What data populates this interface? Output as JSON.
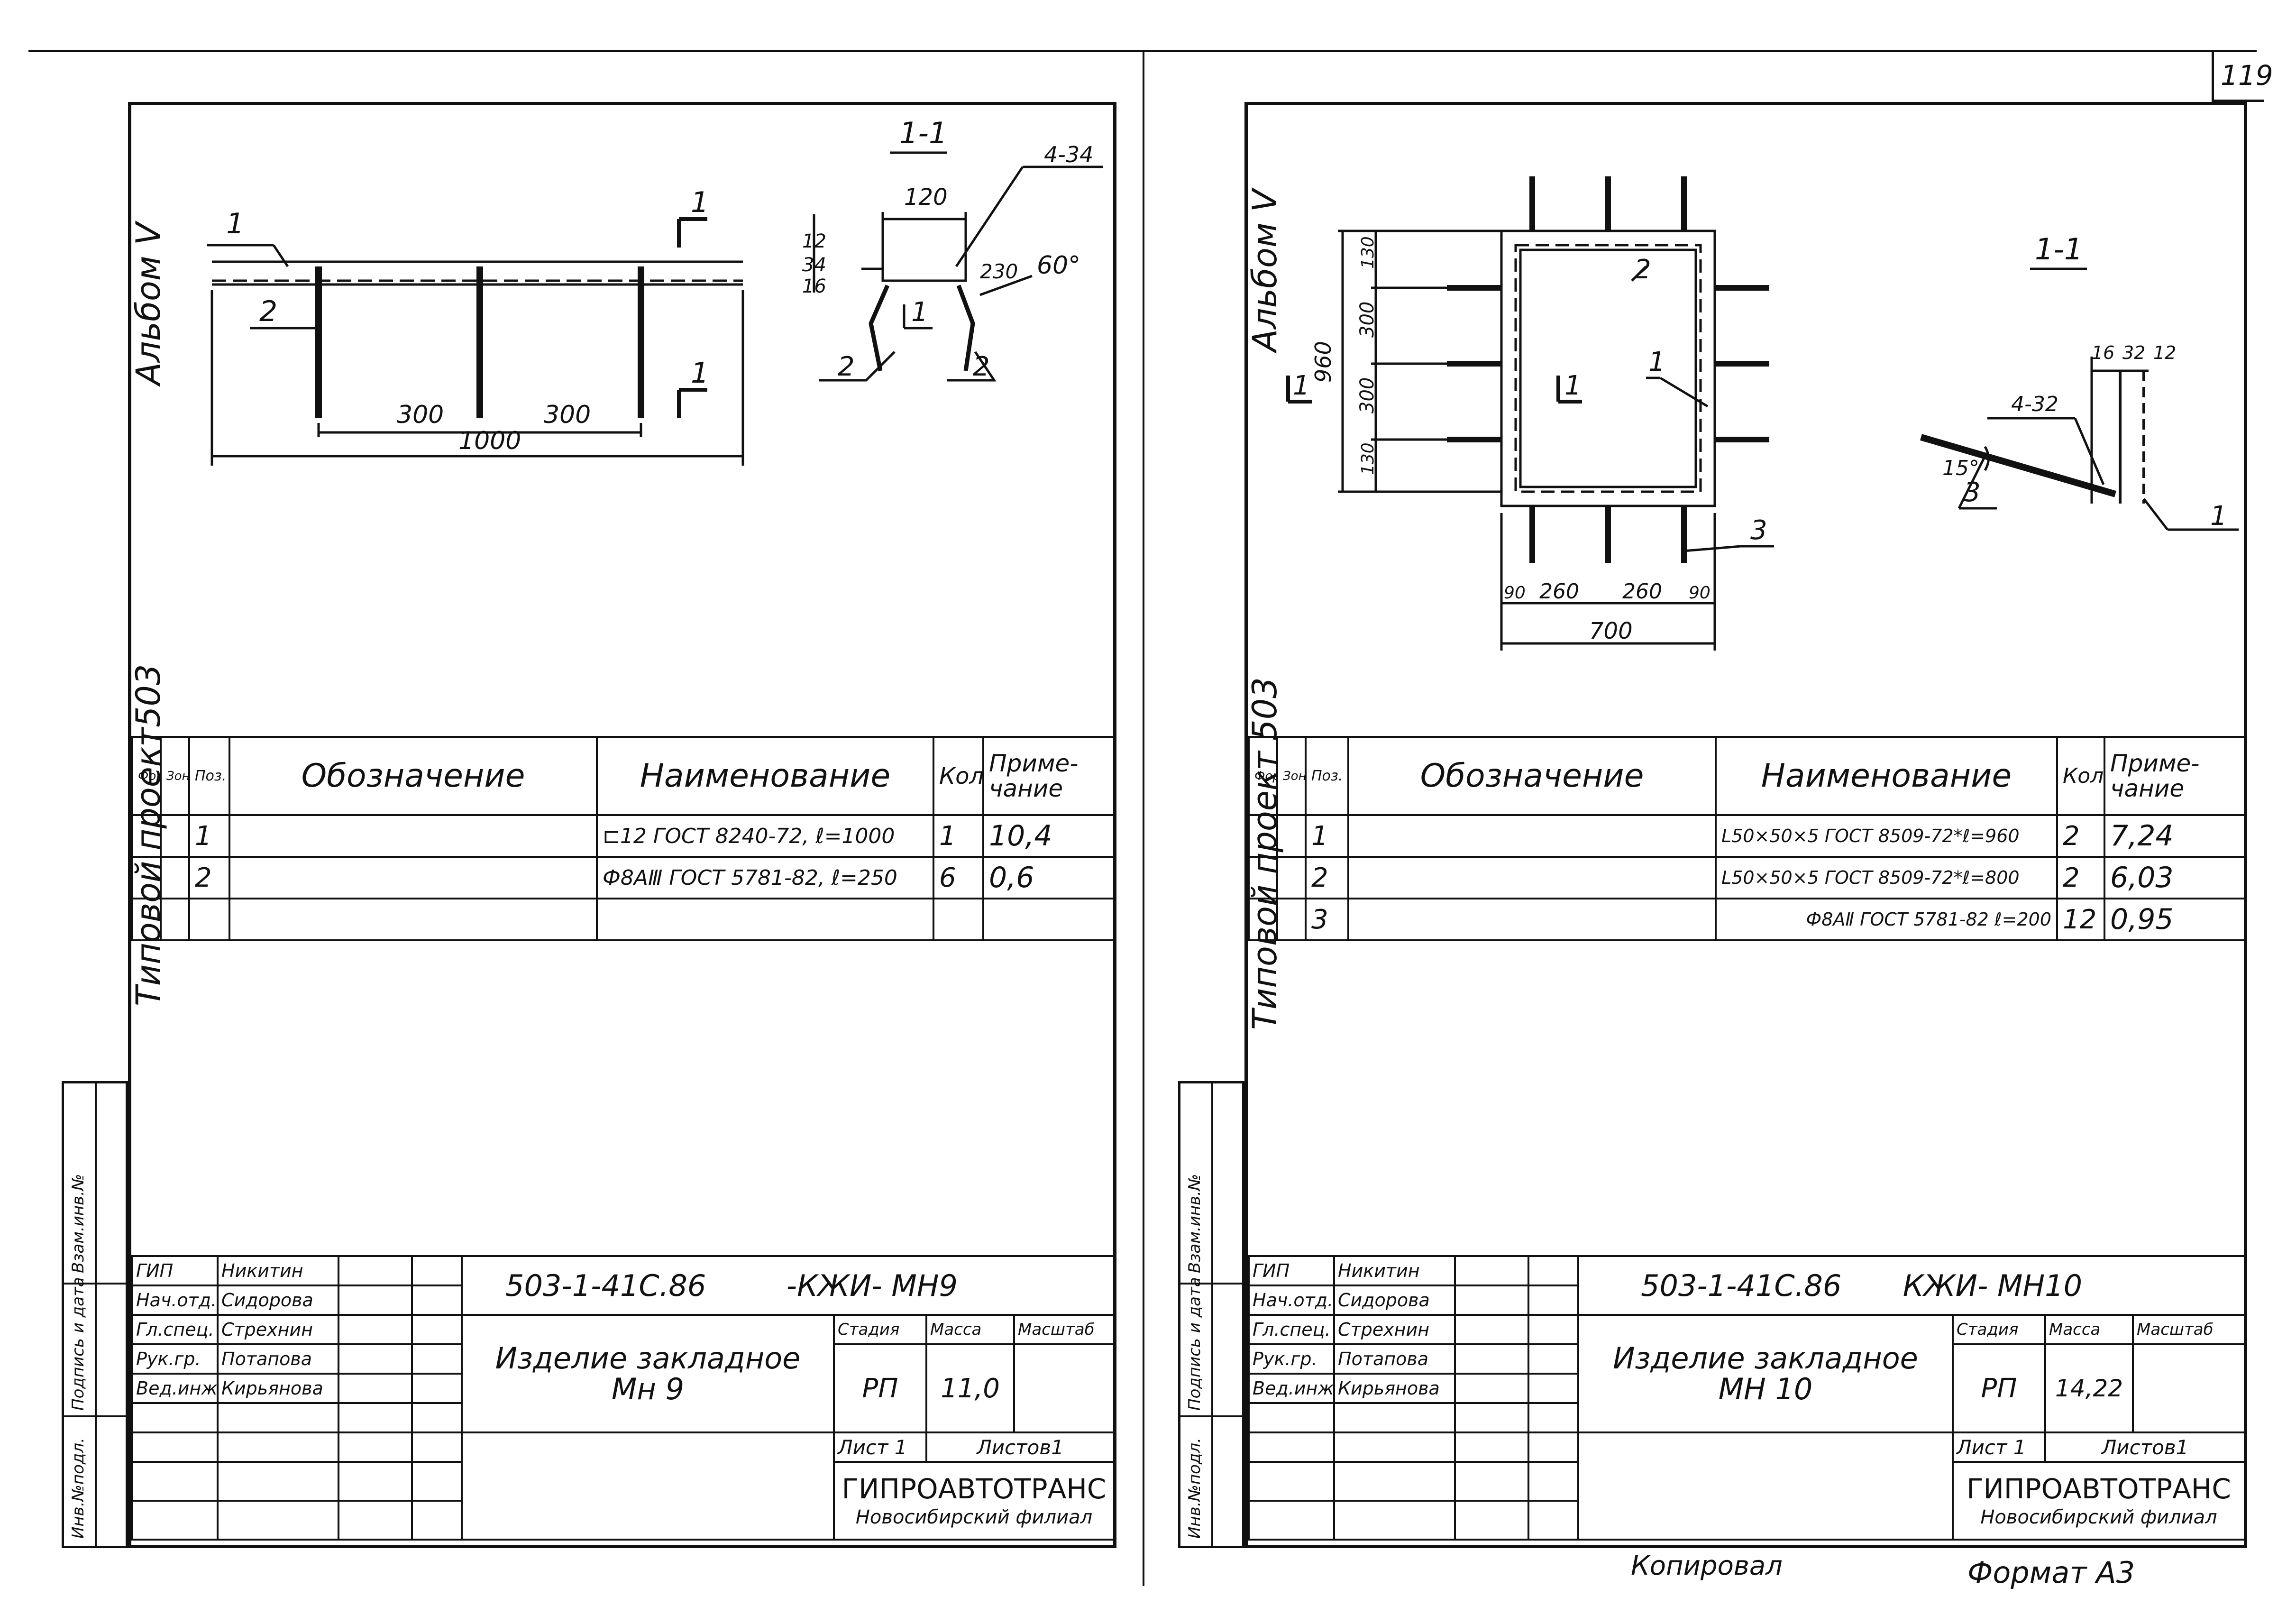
{
  "page_number": "119",
  "left_sheet": {
    "album_label": "Альбом V",
    "project_label": "Типовой проект503",
    "section_label": "1-1",
    "drawing": {
      "weld_note": "4-34",
      "angle": "60°",
      "dim_120": "120",
      "dim_12": "12",
      "dim_34": "34",
      "dim_16": "16",
      "dim_230": "230",
      "dim_300a": "300",
      "dim_300b": "300",
      "dim_1000": "1000",
      "pos1": "1",
      "pos2": "2",
      "cut_mark": "1"
    },
    "spec_headers": {
      "format": "Формат",
      "zone": "Зона",
      "pos": "Поз.",
      "designation": "Обозначение",
      "name": "Наименование",
      "qty": "Кол",
      "note": "Приме-чание"
    },
    "spec_rows": [
      {
        "pos": "1",
        "name": "⊏12 ГОСТ 8240-72, ℓ=1000",
        "qty": "1",
        "note": "10,4"
      },
      {
        "pos": "2",
        "name": "Ф8АⅢ ГОСТ 5781-82, ℓ=250",
        "qty": "6",
        "note": "0,6"
      },
      {
        "pos": "",
        "name": "",
        "qty": "",
        "note": ""
      }
    ],
    "side_stamp": [
      "Инв.№подл.",
      "Подпись и дата",
      "Взам.инв.№"
    ],
    "title_block": {
      "roles": [
        "ГИП",
        "Нач.отд.",
        "Гл.спец.",
        "Рук.гр.",
        "Вед.инж."
      ],
      "names": [
        "Никитин",
        "Сидорова",
        "Стрехнин",
        "Потапова",
        "Кирьянова"
      ],
      "code": "503-1-41С.86",
      "mark": "-КЖИ- МН9",
      "stage_label": "Стадия",
      "mass_label": "Масса",
      "scale_label": "Масштаб",
      "item_name": "Изделие закладное",
      "item_mark": "Мн 9",
      "stage": "РП",
      "mass": "11,0",
      "sheet_label": "Лист 1",
      "sheets_label": "Листов1",
      "org": "ГИПРОАВТОТРАНС",
      "branch": "Новосибирский филиал"
    }
  },
  "right_sheet": {
    "album_label": "Альбом V",
    "project_label": "Типовой проект 503",
    "section_label": "1-1",
    "drawing": {
      "cut_mark": "1",
      "dim_960": "960",
      "dim_130a": "130",
      "dim_300a": "300",
      "dim_300b": "300",
      "dim_130b": "130",
      "dim_90a": "90",
      "dim_260a": "260",
      "dim_260b": "260",
      "dim_90b": "90",
      "dim_700": "700",
      "pos1": "1",
      "pos2": "2",
      "pos3": "3",
      "weld_note": "4-32",
      "angle": "15°",
      "dim_16": "16",
      "dim_32": "32",
      "dim_12": "12"
    },
    "spec_headers": {
      "format": "Формат",
      "zone": "Зона",
      "pos": "Поз.",
      "designation": "Обозначение",
      "name": "Наименование",
      "qty": "Кол.",
      "note": "Приме-чание"
    },
    "spec_rows": [
      {
        "pos": "1",
        "name": "L50×50×5 ГОСТ 8509-72*ℓ=960",
        "qty": "2",
        "note": "7,24"
      },
      {
        "pos": "2",
        "name": "L50×50×5 ГОСТ 8509-72*ℓ=800",
        "qty": "2",
        "note": "6,03"
      },
      {
        "pos": "3",
        "name": "Ф8АⅡ ГОСТ 5781-82 ℓ=200",
        "qty": "12",
        "note": "0,95"
      }
    ],
    "side_stamp": [
      "Инв.№подл.",
      "Подпись и дата",
      "Взам.инв.№"
    ],
    "title_block": {
      "roles": [
        "ГИП",
        "Нач.отд.",
        "Гл.спец.",
        "Рук.гр.",
        "Вед.инж."
      ],
      "names": [
        "Никитин",
        "Сидорова",
        "Стрехнин",
        "Потапова",
        "Кирьянова"
      ],
      "code": "503-1-41С.86",
      "mark": "КЖИ- МН10",
      "stage_label": "Стадия",
      "mass_label": "Масса",
      "scale_label": "Масштаб",
      "item_name": "Изделие закладное",
      "item_mark": "МН 10",
      "stage": "РП",
      "mass": "14,22",
      "sheet_label": "Лист 1",
      "sheets_label": "Листов1",
      "org": "ГИПРОАВТОТРАНС",
      "branch": "Новосибирский филиал"
    },
    "footer_copied": "Копировал",
    "footer_format": "Формат А3"
  }
}
